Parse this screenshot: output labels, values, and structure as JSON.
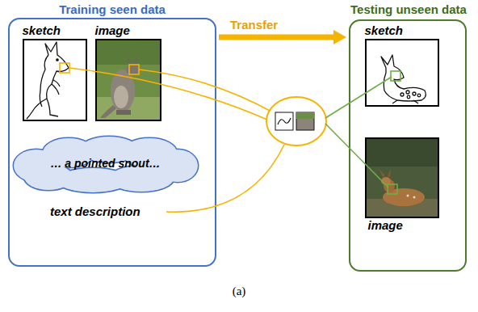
{
  "diagram": {
    "caption": "(a)",
    "nodes": [
      {
        "text": [
          "Training seen data"
        ]
      },
      {
        "text": [
          "sketch"
        ],
        "in": 0
      },
      {
        "text": [
          "image"
        ],
        "in": 0
      },
      {
        "text": [
          "… a pointed snout…"
        ],
        "in": 0
      },
      {
        "text": [
          "Testing unseen data"
        ]
      },
      {
        "text": [
          "sketch"
        ],
        "in": 4
      },
      {
        "text": [
          "image"
        ],
        "in": 4
      }
    ],
    "edges": [
      {
        "from": 0,
        "to": 4,
        "arrow": "to",
        "label": "Transfer"
      }
    ],
    "labels": [
      "text description"
    ]
  }
}
